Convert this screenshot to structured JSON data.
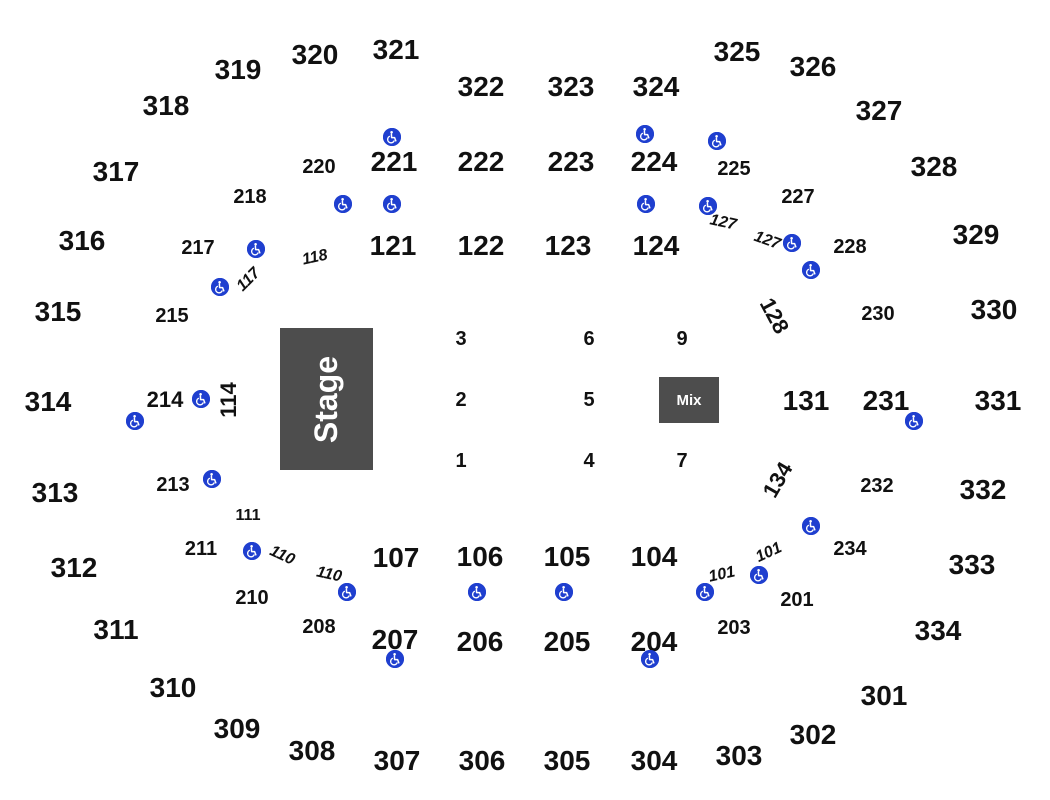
{
  "map": {
    "stage_label": "Stage",
    "mix_label": "Mix",
    "accent_color": "#1f3fcf",
    "block_color": "#4d4d4d",
    "icon_name": "wheelchair-icon"
  },
  "sections_300": [
    "319",
    "320",
    "321",
    "322",
    "323",
    "324",
    "325",
    "326",
    "318",
    "327",
    "317",
    "328",
    "316",
    "329",
    "315",
    "330",
    "314",
    "331",
    "313",
    "332",
    "312",
    "333",
    "311",
    "334",
    "310",
    "301",
    "309",
    "302",
    "308",
    "303",
    "307",
    "306",
    "305",
    "304"
  ],
  "sections_200": [
    "220",
    "221",
    "222",
    "223",
    "224",
    "225",
    "218",
    "227",
    "217",
    "228",
    "215",
    "230",
    "214",
    "231",
    "213",
    "232",
    "211",
    "234",
    "210",
    "201",
    "208",
    "207",
    "206",
    "205",
    "204",
    "203"
  ],
  "sections_100": [
    "121",
    "122",
    "123",
    "124",
    "131",
    "107",
    "106",
    "105",
    "104"
  ],
  "small_labels": [
    "118",
    "117",
    "127",
    "127",
    "128",
    "114",
    "134",
    "111",
    "110",
    "110",
    "101",
    "101"
  ],
  "floor": [
    "3",
    "6",
    "9",
    "2",
    "5",
    "1",
    "4",
    "7"
  ]
}
